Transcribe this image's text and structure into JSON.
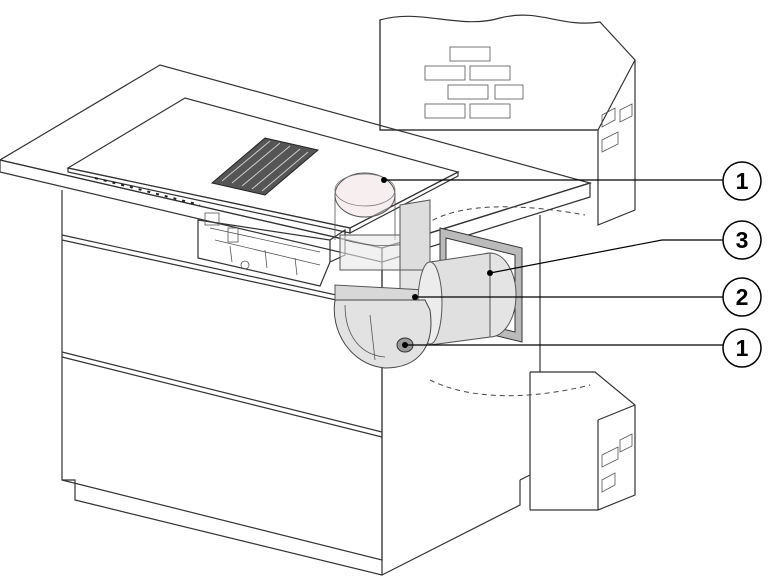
{
  "callouts": [
    {
      "label": "1",
      "target": "hob-air-inlet-duct"
    },
    {
      "label": "3",
      "target": "wall-duct-connector"
    },
    {
      "label": "2",
      "target": "connecting-duct-pipe"
    },
    {
      "label": "1",
      "target": "fan-elbow-duct"
    }
  ],
  "colors": {
    "line": "#333333",
    "hob_glass": "#8c8c8c",
    "duct_fill": "#e0e0e0",
    "wall_fill": "#ffffff"
  }
}
